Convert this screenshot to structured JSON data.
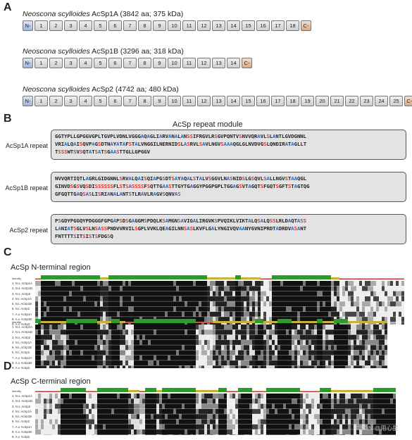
{
  "panels": {
    "a": "A",
    "b": "B",
    "c": "C",
    "d": "D"
  },
  "architectures": [
    {
      "species": "Neoscona scylloides",
      "protein": "AcSp1A (3842 aa; 375 kDa)",
      "nterm": "N-",
      "cterm": "C-",
      "repeats": [
        "1",
        "2",
        "3",
        "4",
        "5",
        "6",
        "7",
        "8",
        "9",
        "10",
        "11",
        "12",
        "13",
        "14",
        "15",
        "16",
        "17",
        "18"
      ]
    },
    {
      "species": "Neoscona scylloides",
      "protein": "AcSp1B (3296 aa; 318 kDa)",
      "nterm": "N-",
      "cterm": "C-",
      "repeats": [
        "1",
        "2",
        "3",
        "4",
        "5",
        "6",
        "7",
        "8",
        "9",
        "10",
        "11",
        "12",
        "13",
        "14"
      ]
    },
    {
      "species": "Neoscona scylloides",
      "protein": "AcSp2 (4742 aa; 480 kDa)",
      "nterm": "N-",
      "cterm": "C-",
      "repeats": [
        "1",
        "2",
        "3",
        "4",
        "5",
        "6",
        "7",
        "8",
        "9",
        "10",
        "11",
        "12",
        "13",
        "14",
        "15",
        "16",
        "17",
        "18",
        "19",
        "20",
        "21",
        "22",
        "23",
        "24",
        "25"
      ]
    }
  ],
  "repeat_module": {
    "title": "AcSp repeat module",
    "repeats": [
      {
        "label": "AcSp1A repeat",
        "lines": [
          "GGTYPLLGPGGVGPLTGVPLVDNLVGGGAQAGLIARVANALANSSIFRGVLRSGVPQNTVSNVVQRAVLSLANTLGVDGNNL",
          "VRIALQAISQVPAGSDTNAYATAFSTALVNGGILNERNIDSLASRVLSAVLNGVSAAAQGLGLNVDVGSLQNDIRATAGLLT",
          "TSSSWTSVSQTATSATSGAASTTGLLGPGGV"
        ]
      },
      {
        "label": "AcSp1B repeat",
        "lines": [
          "NVVQRTIQTLAGRLGIDGNNLSRVALQAISQIAPGSDTSAYAQALSTALVSGGVLNASNIDSLGSQVLSALLNGVSTAAQGL",
          "GINVDSGSVQSDISSSSSSFLSTSASSSSFSQTTGAASTTGYTGAGGYPGGPGPLTGGAGSVTAGQTSFGQTSGFTSTAGTQG",
          "GFGQTTGAQSASLISRIANALANTSTLRAVLRAGVSQNVAS"
        ]
      },
      {
        "label": "AcSp2 repeat",
        "lines": [
          "PSGDYPGGQYPDGGGFGPGAPSDSGAGGMSPDQLKSAMGNSAVIGALIRGVKSPVQIKLVIKTALQSALQSSLRLDAQTASS",
          "LANIATSGLVSLNSASSPNDVVRVILSGPLVVKLQEAGILNNSASLKVFLGALYNGIVQVAANYGVNIPRDTADRDVASANT",
          "FNTTTTSITSISTSFDGSQ"
        ]
      }
    ]
  },
  "alignments": {
    "n_title": "AcSp N-terminal region",
    "c_title": "AcSp C-terminal region",
    "identity_label": "Identity",
    "sequences": [
      "1. N.s. AcSp1A",
      "2. N.s. AcSp1B",
      "3. N.s. AcSp2",
      "4. N.t. AcSp1A",
      "5. N.t. AcSp1B",
      "6. N.t. AcSp2",
      "7. A.v. AcSp1A",
      "8. A.v. AcSp1B",
      "9. A.v. AcSp2"
    ]
  },
  "watermark": "CSDN @用心星"
}
